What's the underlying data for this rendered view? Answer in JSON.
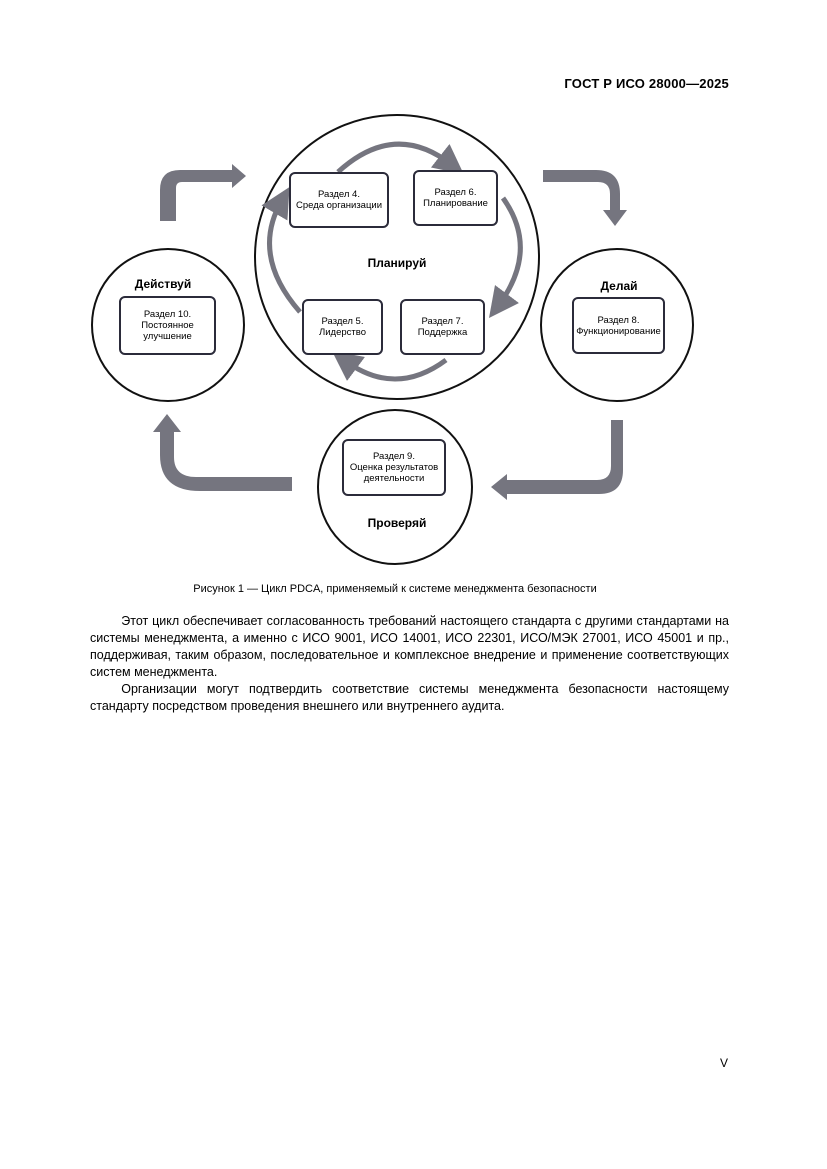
{
  "header": {
    "standard_code": "ГОСТ Р ИСО 28000—2025"
  },
  "diagram": {
    "phases": {
      "plan": "Планируй",
      "do": "Делай",
      "check": "Проверяй",
      "act": "Действуй"
    },
    "sections": {
      "s4": [
        "Раздел 4.",
        "Среда организации"
      ],
      "s5": [
        "Раздел 5.",
        "Лидерство"
      ],
      "s6": [
        "Раздел 6.",
        "Планирование"
      ],
      "s7": [
        "Раздел 7.",
        "Поддержка"
      ],
      "s8": [
        "Раздел 8.",
        "Функционирование"
      ],
      "s9": [
        "Раздел 9.",
        "Оценка результатов",
        "деятельности"
      ],
      "s10": [
        "Раздел 10.",
        "Постоянное",
        "улучшение"
      ]
    },
    "arrow_color": "#75757f",
    "outline_color": "#2b2b3a"
  },
  "caption": "Рисунок 1 — Цикл PDCA, применяемый к системе менеджмента безопасности",
  "paragraphs": [
    "Этот цикл обеспечивает согласованность требований настоящего стандарта с другими стандартами на системы менеджмента, а именно с ИСО 9001, ИСО 14001, ИСО 22301, ИСО/МЭК 27001, ИСО 45001 и пр., поддерживая, таким образом, последовательное и комплексное внедрение и применение соответствующих систем менеджмента.",
    "Организации могут подтвердить соответствие системы менеджмента безопасности настоящему стандарту посредством проведения внешнего или внутреннего аудита."
  ],
  "page_number": "V"
}
